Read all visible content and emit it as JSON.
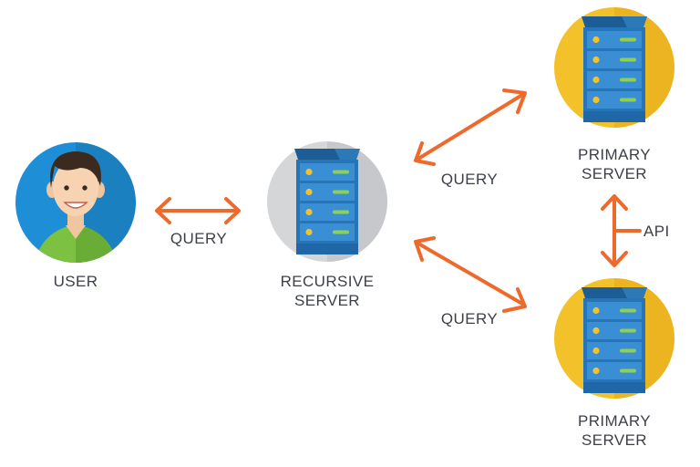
{
  "nodes": {
    "user": {
      "label": "USER"
    },
    "recursive_server": {
      "label_line1": "RECURSIVE",
      "label_line2": "SERVER"
    },
    "primary_server_top": {
      "label_line1": "PRIMARY",
      "label_line2": "SERVER"
    },
    "primary_server_bottom": {
      "label_line1": "PRIMARY",
      "label_line2": "SERVER"
    }
  },
  "edges": {
    "user_to_recursive": {
      "label": "QUERY"
    },
    "recursive_to_primary_top": {
      "label": "QUERY"
    },
    "recursive_to_primary_bottom": {
      "label": "QUERY"
    },
    "primary_to_primary": {
      "label": "API"
    }
  },
  "colors": {
    "arrow": "#ee6a2c",
    "user_circle": "#1e8fd6",
    "recursive_circle": "#d5d6d8",
    "primary_circle": "#f3c22b",
    "server_body": "#2675b9",
    "server_slot": "#3a8fd4",
    "server_dot": "#f3c22b",
    "server_led": "#8fd14f",
    "label_text": "#3c3f47"
  },
  "icons": {
    "user": "user-avatar-icon",
    "server": "server-rack-icon"
  }
}
